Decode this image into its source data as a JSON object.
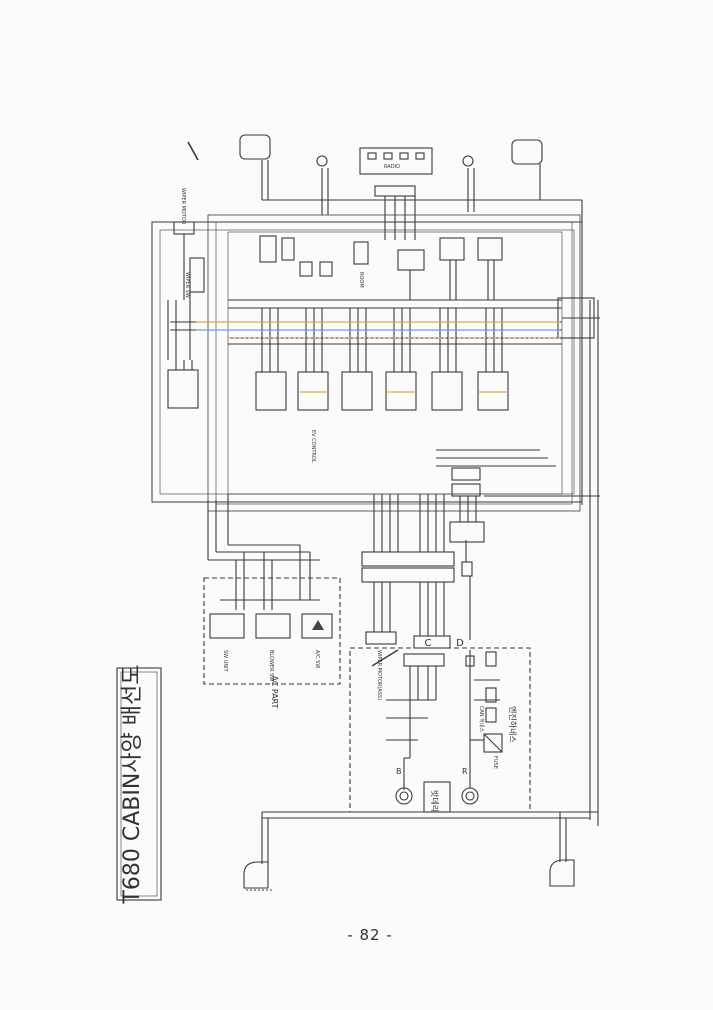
{
  "document": {
    "title": "T680 CABIN사양 배선도",
    "page_number": "- 82 -"
  },
  "components": {
    "ac_part": "AC PART",
    "sw_unit": "SW UNIT",
    "blower_sw": "BLOWER SW",
    "ac_sw": "A/C SW",
    "wiper_motor": "WIPER MOTOR",
    "wiper_motor_ass": "WIPER MOTOR(ASS)",
    "wiper_sw": "WIPER SW",
    "room_lamp": "ROOM",
    "radio": "RADIO",
    "ev_control": "EV CONTROL",
    "battery": "밧데리",
    "engine_harness": "엔진하네스",
    "fuse_box": "FUSE",
    "can_harness": "CAN 하네스",
    "connector_c": "C",
    "connector_d": "D",
    "terminal_b": "B",
    "terminal_r": "R"
  }
}
